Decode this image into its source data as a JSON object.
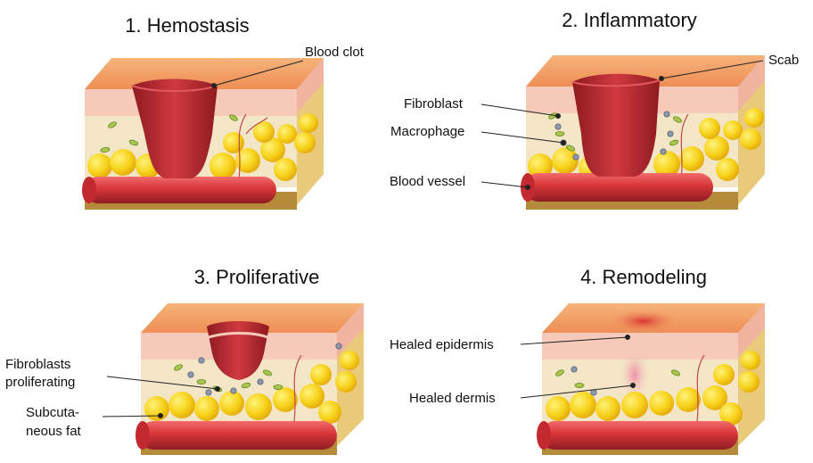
{
  "panels": [
    {
      "title": "1. Hemostasis"
    },
    {
      "title": "2. Inflammatory"
    },
    {
      "title": "3. Proliferative"
    },
    {
      "title": "4. Remodeling"
    }
  ],
  "labels": {
    "blood_clot": "Blood clot",
    "scab": "Scab",
    "fibroblast": "Fibroblast",
    "macrophage": "Macrophage",
    "blood_vessel": "Blood vessel",
    "fibroblasts_proliferating_1": "Fibroblasts",
    "fibroblasts_proliferating_2": "proliferating",
    "subcutaneous_fat_1": "Subcuta-",
    "subcutaneous_fat_2": "neous fat",
    "healed_epidermis": "Healed epidermis",
    "healed_dermis": "Healed dermis"
  },
  "colors": {
    "skin_top": "#f2a064",
    "epidermis": "#f6c9b8",
    "dermis": "#f3e6c6",
    "fat": "#f7d21a",
    "base": "#b58a3b",
    "vessel": "#d8353a",
    "clot": "#b8282e",
    "scar": "#d6393c"
  }
}
